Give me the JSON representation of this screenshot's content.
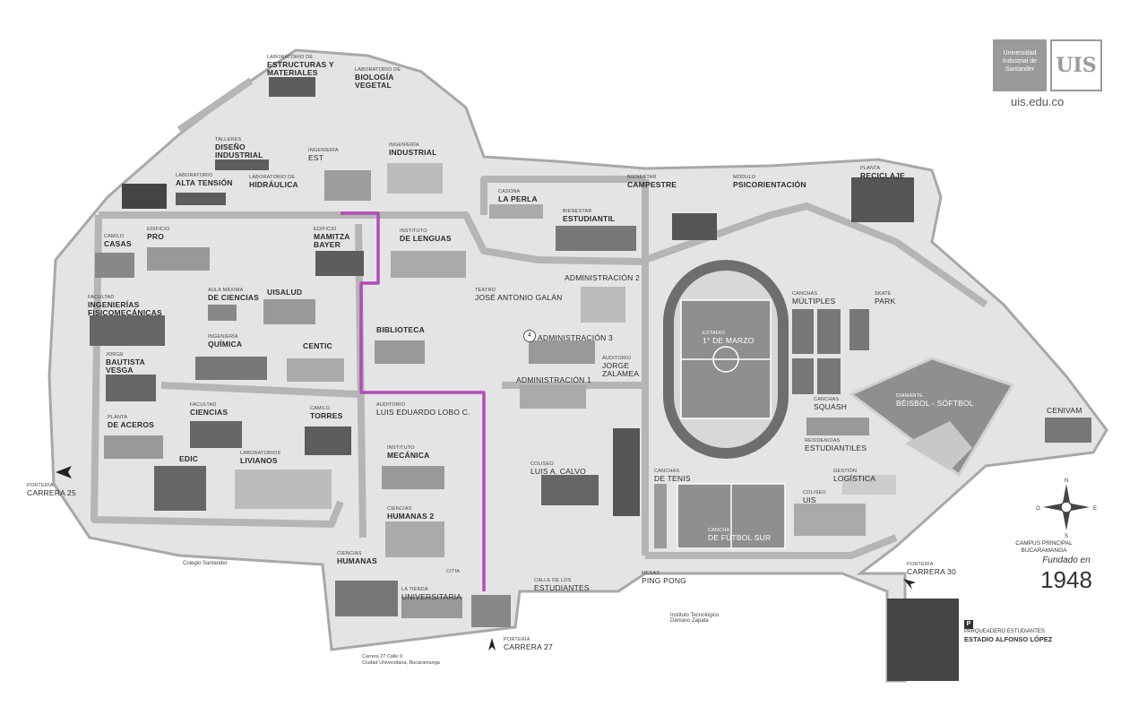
{
  "logo": {
    "line1": "Universidad",
    "line2": "Industrial de",
    "line3": "Santander",
    "mark": "UIS",
    "url": "uis.edu.co"
  },
  "campus_title": {
    "line1": "CAMPUS PRINCIPAL",
    "line2": "BUCARAMANGA",
    "founded": "Fundado en",
    "year": "1948"
  },
  "parking": {
    "sign": "P",
    "line1": "PARQUEADERO ESTUDIANTES",
    "line2": "ESTADIO ALFONSO LÓPEZ"
  },
  "address": {
    "line1": "Carrera 27 Calle 9",
    "line2": "Ciudad Universitaria, Bucaramanga"
  },
  "compass": {
    "n": "N",
    "s": "S",
    "e": "E",
    "o": "O"
  },
  "places": [
    {
      "num": "",
      "small": "LABORATORIO DE",
      "big": "ESTRUCTURAS Y MATERIALES"
    },
    {
      "num": "",
      "small": "LABORATORIO DE",
      "big": "BIOLOGÍA VEGETAL"
    },
    {
      "num": "",
      "small": "TALLERES",
      "big": "DISEÑO INDUSTRIAL"
    },
    {
      "num": "",
      "small": "INGENIERÍA",
      "big": "EST"
    },
    {
      "num": "",
      "small": "INGENIERÍA",
      "big": "INDUSTRIAL"
    },
    {
      "num": "",
      "small": "LABORATORIO",
      "big": "ALTA TENSIÓN"
    },
    {
      "num": "",
      "small": "LABORATORIO DE",
      "big": "HIDRÁULICA"
    },
    {
      "num": "",
      "small": "CASONA",
      "big": "LA PERLA"
    },
    {
      "num": "",
      "small": "BIENESTAR",
      "big": "CAMPESTRE"
    },
    {
      "num": "",
      "small": "MÓDULO",
      "big": "PSICORIENTACIÓN"
    },
    {
      "num": "",
      "small": "PLANTA",
      "big": "RECICLAJE"
    },
    {
      "num": "",
      "small": "BIENESTAR",
      "big": "ESTUDIANTIL"
    },
    {
      "num": "",
      "small": "CAMILO",
      "big": "CASAS"
    },
    {
      "num": "",
      "small": "EDIFICIO",
      "big": "PRO"
    },
    {
      "num": "",
      "small": "EDIFICIO",
      "big": "MAMITZA BAYER"
    },
    {
      "num": "",
      "small": "INSTITUTO",
      "big": "DE LENGUAS"
    },
    {
      "num": "",
      "small": "FACULTAD",
      "big": "INGENIERÍAS FISICOMECÁNICAS"
    },
    {
      "num": "",
      "small": "AULA MÁXIMA",
      "big": "DE CIENCIAS"
    },
    {
      "num": "",
      "small": "",
      "big": "UISALUD"
    },
    {
      "num": "",
      "small": "TEATRO",
      "big": "JOSÉ ANTONIO GALÁN"
    },
    {
      "num": "",
      "small": "",
      "big": "ADMINISTRACIÓN 2"
    },
    {
      "num": "",
      "small": "INGENIERÍA",
      "big": "QUÍMICA"
    },
    {
      "num": "",
      "small": "",
      "big": "CENTIC"
    },
    {
      "num": "",
      "small": "",
      "big": "BIBLIOTECA"
    },
    {
      "num": "4",
      "small": "",
      "big": "ADMINISTRACIÓN 3"
    },
    {
      "num": "",
      "small": "JORGE",
      "big": "BAUTISTA VESGA"
    },
    {
      "num": "",
      "small": "AUDITORIO",
      "big": "JORGE ZALAMEA"
    },
    {
      "num": "",
      "small": "",
      "big": "ADMINISTRACIÓN 1"
    },
    {
      "num": "",
      "small": "FACULTAD",
      "big": "CIENCIAS"
    },
    {
      "num": "",
      "small": "CAMILO",
      "big": "TORRES"
    },
    {
      "num": "",
      "small": "AUDITORIO",
      "big": "LUIS EDUARDO LOBO C."
    },
    {
      "num": "",
      "small": "PLANTA",
      "big": "DE ACEROS"
    },
    {
      "num": "",
      "small": "",
      "big": "EDIC"
    },
    {
      "num": "",
      "small": "LABORATORIOS",
      "big": "LIVIANOS"
    },
    {
      "num": "",
      "small": "INSTITUTO",
      "big": "MECÁNICA"
    },
    {
      "num": "",
      "small": "COLISEO",
      "big": "LUIS A. CALVO"
    },
    {
      "num": "",
      "small": "CIENCIAS",
      "big": "HUMANAS 2"
    },
    {
      "num": "",
      "small": "CIENCIAS",
      "big": "HUMANAS"
    },
    {
      "num": "",
      "small": "LA TIENDA",
      "big": "UNIVERSITARIA"
    },
    {
      "num": "",
      "small": "CALLE DE LOS",
      "big": "ESTUDIANTES"
    },
    {
      "num": "",
      "small": "MESAS",
      "big": "PING PONG"
    },
    {
      "num": "",
      "small": "ESTADIO",
      "big": "1° DE MARZO"
    },
    {
      "num": "",
      "small": "CANCHAS",
      "big": "MÚLTIPLES"
    },
    {
      "num": "",
      "small": "SKATE",
      "big": "PARK"
    },
    {
      "num": "",
      "small": "DIAMANTE",
      "big": "BÉISBOL - SÓFTBOL"
    },
    {
      "num": "",
      "small": "",
      "big": "CENIVAM"
    },
    {
      "num": "",
      "small": "CANCHAS",
      "big": "SQUASH"
    },
    {
      "num": "",
      "small": "RESIDENCIAS",
      "big": "ESTUDIANTILES"
    },
    {
      "num": "",
      "small": "CANCHAS",
      "big": "DE TENIS"
    },
    {
      "num": "",
      "small": "GESTIÓN",
      "big": "LOGÍSTICA"
    },
    {
      "num": "",
      "small": "COLISEO",
      "big": "UIS"
    },
    {
      "num": "",
      "small": "CANCHA",
      "big": "DE FÚTBOL SUR"
    },
    {
      "num": "",
      "small": "PORTERÍA",
      "big": "CARRERA 25"
    },
    {
      "num": "",
      "small": "PORTERÍA",
      "big": "CARRERA 27"
    },
    {
      "num": "",
      "small": "PORTERÍA",
      "big": "CARRERA 30"
    },
    {
      "num": "",
      "small": "",
      "big": "CITIA"
    }
  ],
  "external": {
    "colegio": "Colegio Santander",
    "instituto": "Instituto Tecnológico Dámaso Zapata"
  }
}
